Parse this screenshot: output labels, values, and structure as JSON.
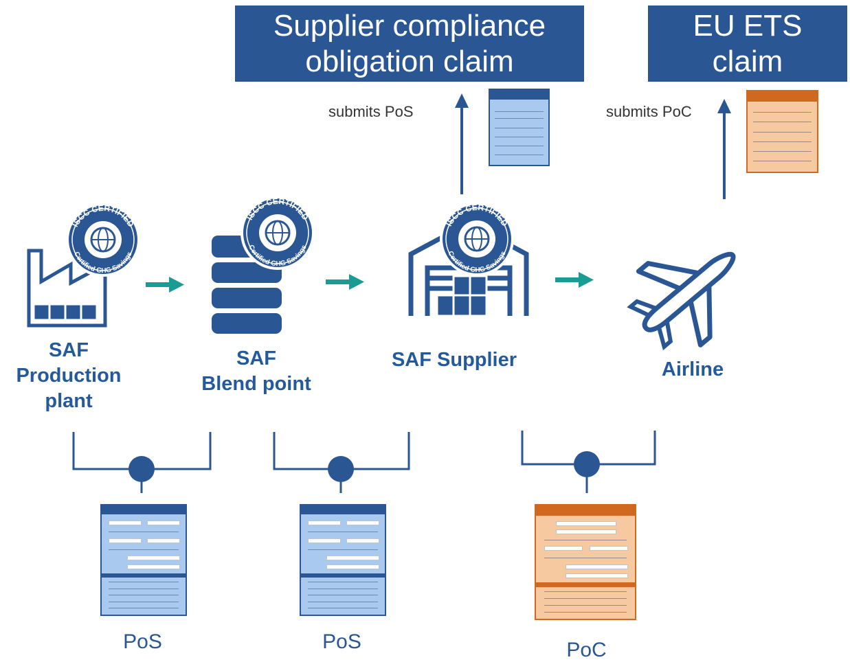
{
  "claims": {
    "supplier": {
      "line1": "Supplier compliance",
      "line2": "obligation claim"
    },
    "ets": {
      "line1": "EU ETS",
      "line2": "claim"
    }
  },
  "submits": {
    "pos": "submits PoS",
    "poc": "submits PoC"
  },
  "nodes": {
    "production": {
      "line1": "SAF",
      "line2": "Production",
      "line3": "plant"
    },
    "blend": {
      "line1": "SAF",
      "line2": "Blend point"
    },
    "supplier": {
      "label": "SAF Supplier"
    },
    "airline": {
      "label": "Airline"
    }
  },
  "badge": {
    "top": "ISCC CERTIFIED",
    "bottom": "Certified GHG Savings"
  },
  "documents": {
    "doc1": "PoS",
    "doc2": "PoS",
    "doc3": "PoC"
  },
  "colors": {
    "navy": "#2b5694",
    "teal": "#1a9c94",
    "orange": "#d06820"
  }
}
